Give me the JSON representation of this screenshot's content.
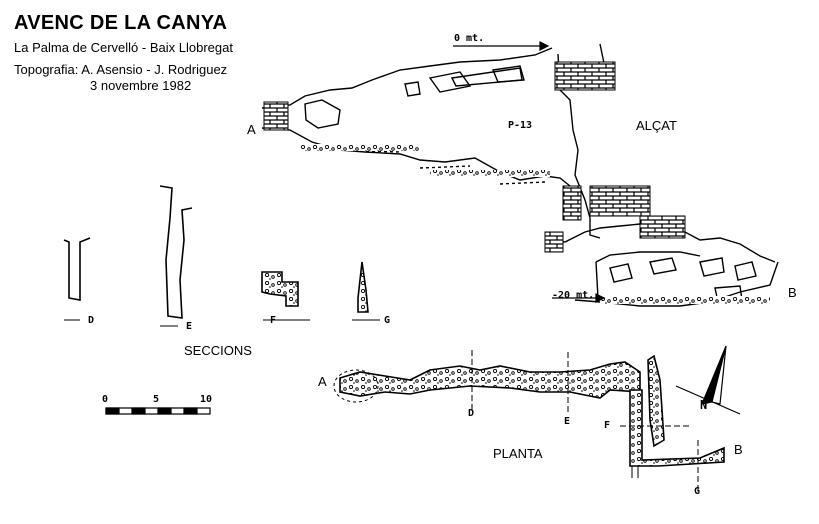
{
  "header": {
    "title": "AVENC DE LA CANYA",
    "location": "La Palma de Cervelló - Baix Llobregat",
    "survey": "Topografia: A. Asensio - J. Rodriguez",
    "date": "3 novembre 1982"
  },
  "elevation": {
    "label": "ALÇAT",
    "top_marker": "0 mt.",
    "bottom_marker": "-20 mt.",
    "pitch": "P-13",
    "point_a": "A",
    "point_b": "B"
  },
  "sections": {
    "label": "SECCIONS",
    "names": [
      "D",
      "E",
      "F",
      "G"
    ]
  },
  "plan": {
    "label": "PLANTA",
    "point_a": "A",
    "point_b": "B",
    "cut_d": "D",
    "cut_e": "E",
    "cut_f": "F",
    "cut_g": "G",
    "north": "N"
  },
  "scale": {
    "ticks": [
      "0",
      "5",
      "10"
    ]
  }
}
